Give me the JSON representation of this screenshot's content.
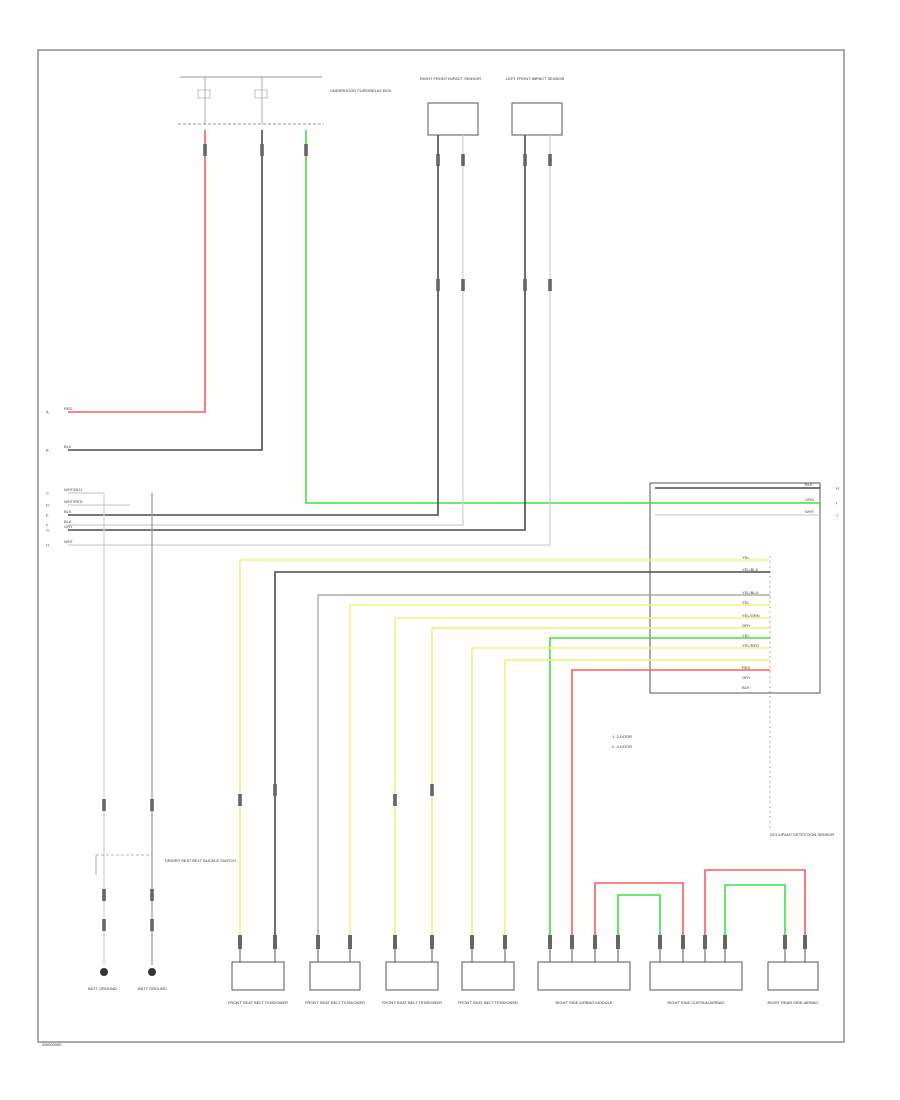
{
  "colors": {
    "red": "#ff5a5a",
    "green": "#44dd44",
    "yellow": "#f2f27a",
    "black": "#4a4a4a",
    "gray": "#9a9a9a",
    "white": "#cfcfcf",
    "frame": "#555555"
  },
  "diagram_code": "W0000000",
  "left_terminals": [
    {
      "letter": "A",
      "wire": "RED"
    },
    {
      "letter": "B",
      "wire": "BLK"
    },
    {
      "letter": "C",
      "wire": "WHT/BLU"
    },
    {
      "letter": "D",
      "wire": "WHT/RED"
    },
    {
      "letter": "E",
      "wire": "BLK"
    },
    {
      "letter": "F",
      "wire": "BLK"
    },
    {
      "letter": "G",
      "wire": "GRY"
    },
    {
      "letter": "H",
      "wire": "WHT"
    }
  ],
  "right_terminals": [
    {
      "letter": "H",
      "wire": "BLK"
    },
    {
      "letter": "I",
      "wire": "GRN"
    },
    {
      "letter": "J",
      "wire": "WHT"
    }
  ],
  "legend": [
    "1. 2-DOOR",
    "2. 4-DOOR"
  ],
  "module_pins": [
    "YEL",
    "YEL/BLK",
    "",
    "YEL/BLU",
    "YEL",
    "YEL/GRN",
    "GRY",
    "YEL",
    "YEL/RED",
    "RED",
    "GRY",
    "BLK"
  ],
  "components": {
    "top_left": "UNDERHOOD FUSE/RELAY BOX",
    "top_mid": "RIGHT FRONT IMPACT SENSOR",
    "top_right": "LEFT FRONT IMPACT SENSOR",
    "bottom_left_1": "BATT GROUND",
    "bottom_left_2": "BATT GROUND",
    "buckle": "DRIVER SEAT BELT BUCKLE SWITCH",
    "occupant": "OCCUPANT DETECTION SENSOR",
    "bottom_connectors": [
      "FRONT SEAT BELT TENSIONER",
      "FRONT SEAT BELT TENSIONER",
      "FRONT SEAT BELT TENSIONER",
      "FRONT SEAT BELT TENSIONER",
      "RIGHT SIDE AIRBAG MODULE",
      "RIGHT SIDE CURTAIN AIRBAG",
      "RIGHT REAR SIDE AIRBAG"
    ]
  }
}
